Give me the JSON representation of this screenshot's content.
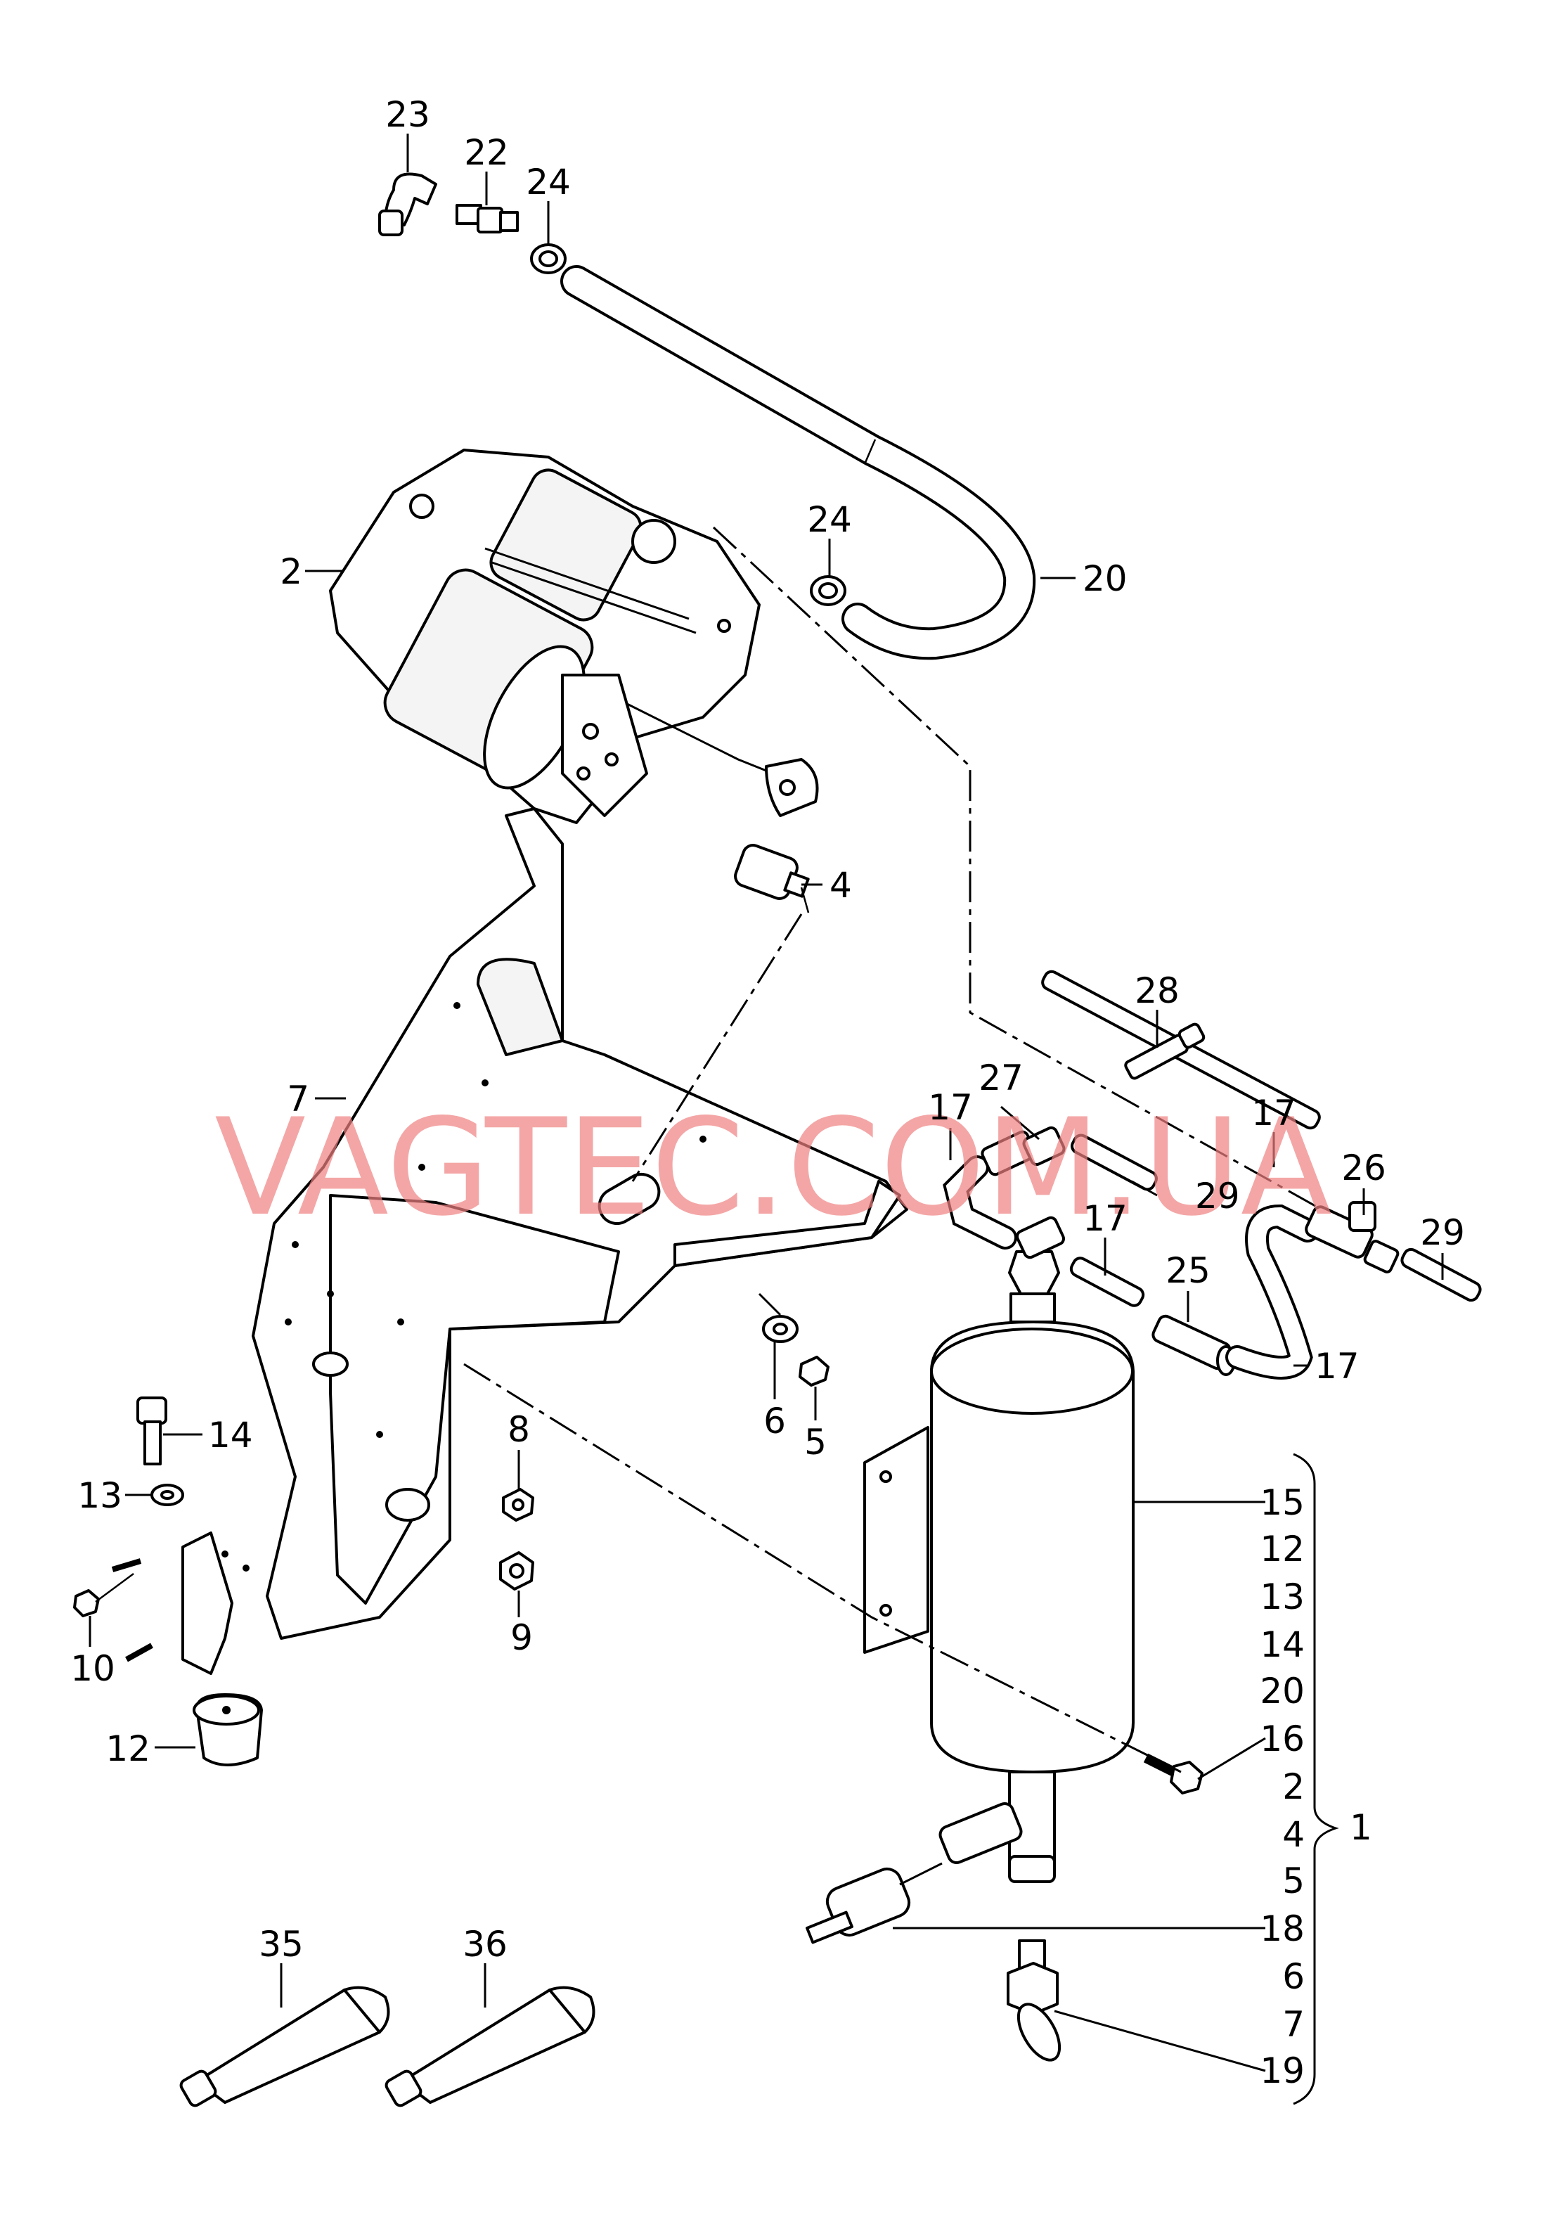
{
  "watermark": "VAGTEC.COM.UA",
  "callouts": {
    "c23": "23",
    "c22": "22",
    "c24a": "24",
    "c24b": "24",
    "c2": "2",
    "c20": "20",
    "c4": "4",
    "c7": "7",
    "c28": "28",
    "c27": "27",
    "c17a": "17",
    "c17b": "17",
    "c26": "26",
    "c29a": "29",
    "c29b": "29",
    "c17c": "17",
    "c25": "25",
    "c17d": "17",
    "c14": "14",
    "c13": "13",
    "c10": "10",
    "c12": "12",
    "c8": "8",
    "c9": "9",
    "c6": "6",
    "c5": "5",
    "c35": "35",
    "c36": "36"
  },
  "kit": {
    "label": "1",
    "items": [
      "15",
      "12",
      "13",
      "14",
      "20",
      "16",
      "2",
      "4",
      "5",
      "18",
      "6",
      "7",
      "19"
    ]
  }
}
